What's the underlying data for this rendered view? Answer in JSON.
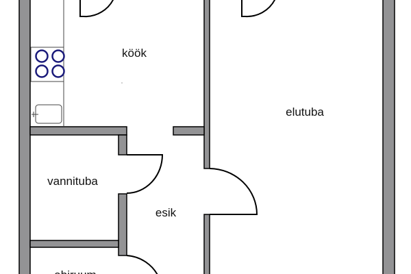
{
  "rooms": {
    "kitchen": "köök",
    "living_room": "elutuba",
    "bathroom": "vannituba",
    "hall": "esik",
    "storage": "abiruum"
  },
  "colors": {
    "wall": "#939395",
    "burner": "#1a1a7a"
  }
}
